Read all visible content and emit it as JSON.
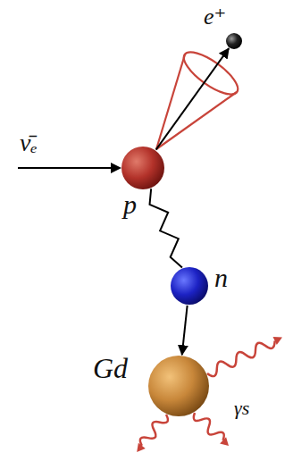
{
  "diagram": {
    "nodes": [
      {
        "text": [
          "e⁺"
        ]
      },
      {
        "text": [
          "p"
        ]
      },
      {
        "text": [
          "n"
        ]
      },
      {
        "text": [
          "Gd"
        ]
      }
    ],
    "edges": [
      {
        "from": 1,
        "to": 0,
        "arrow": "to"
      },
      {
        "from": 1,
        "to": 2,
        "arrow": "none"
      },
      {
        "from": 2,
        "to": 3,
        "arrow": "to"
      }
    ],
    "labels": [
      "ν̄ₑ",
      "γs"
    ]
  }
}
